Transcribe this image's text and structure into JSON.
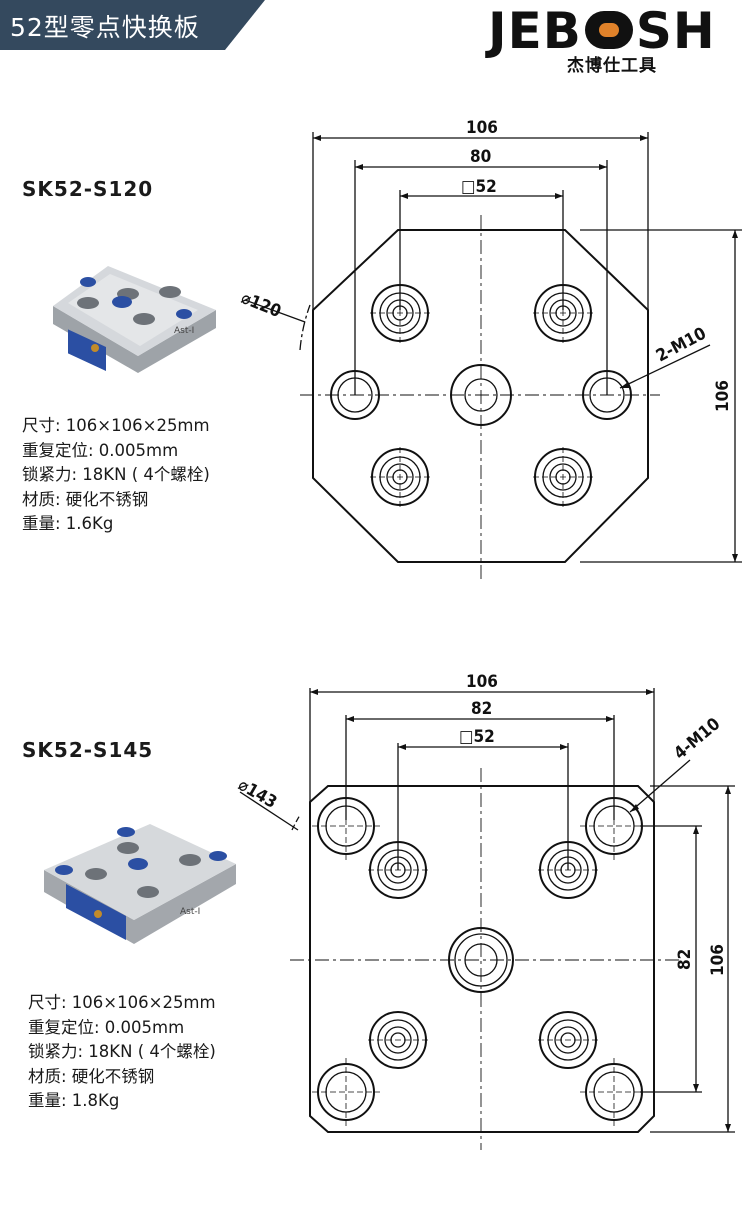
{
  "header": {
    "title": "52型零点快换板",
    "logo_text": "JEB",
    "logo_text_end": "SH",
    "logo_subtitle": "杰博仕工具",
    "accent_color": "#e0822a",
    "banner_color": "#34495e"
  },
  "products": [
    {
      "model": "SK52-S120",
      "specs": [
        "尺寸: 106×106×25mm",
        "重复定位: 0.005mm",
        "锁紧力: 18KN ( 4个螺栓)",
        "材质: 硬化不锈钢",
        "重量: 1.6Kg"
      ],
      "plate_marking": "Ast-I",
      "drawing": {
        "outer": "106",
        "bolt_pitch": "80",
        "square": "□52",
        "diameter": "⌀120",
        "thread": "2-M10",
        "height": "106"
      }
    },
    {
      "model": "SK52-S145",
      "specs": [
        "尺寸: 106×106×25mm",
        "重复定位: 0.005mm",
        "锁紧力: 18KN ( 4个螺栓)",
        "材质: 硬化不锈钢",
        "重量: 1.8Kg"
      ],
      "plate_marking": "Ast-I",
      "drawing": {
        "outer": "106",
        "bolt_pitch": "82",
        "square": "□52",
        "diameter": "⌀143",
        "thread": "4-M10",
        "height": "106",
        "bolt_pitch_v": "82"
      }
    }
  ]
}
